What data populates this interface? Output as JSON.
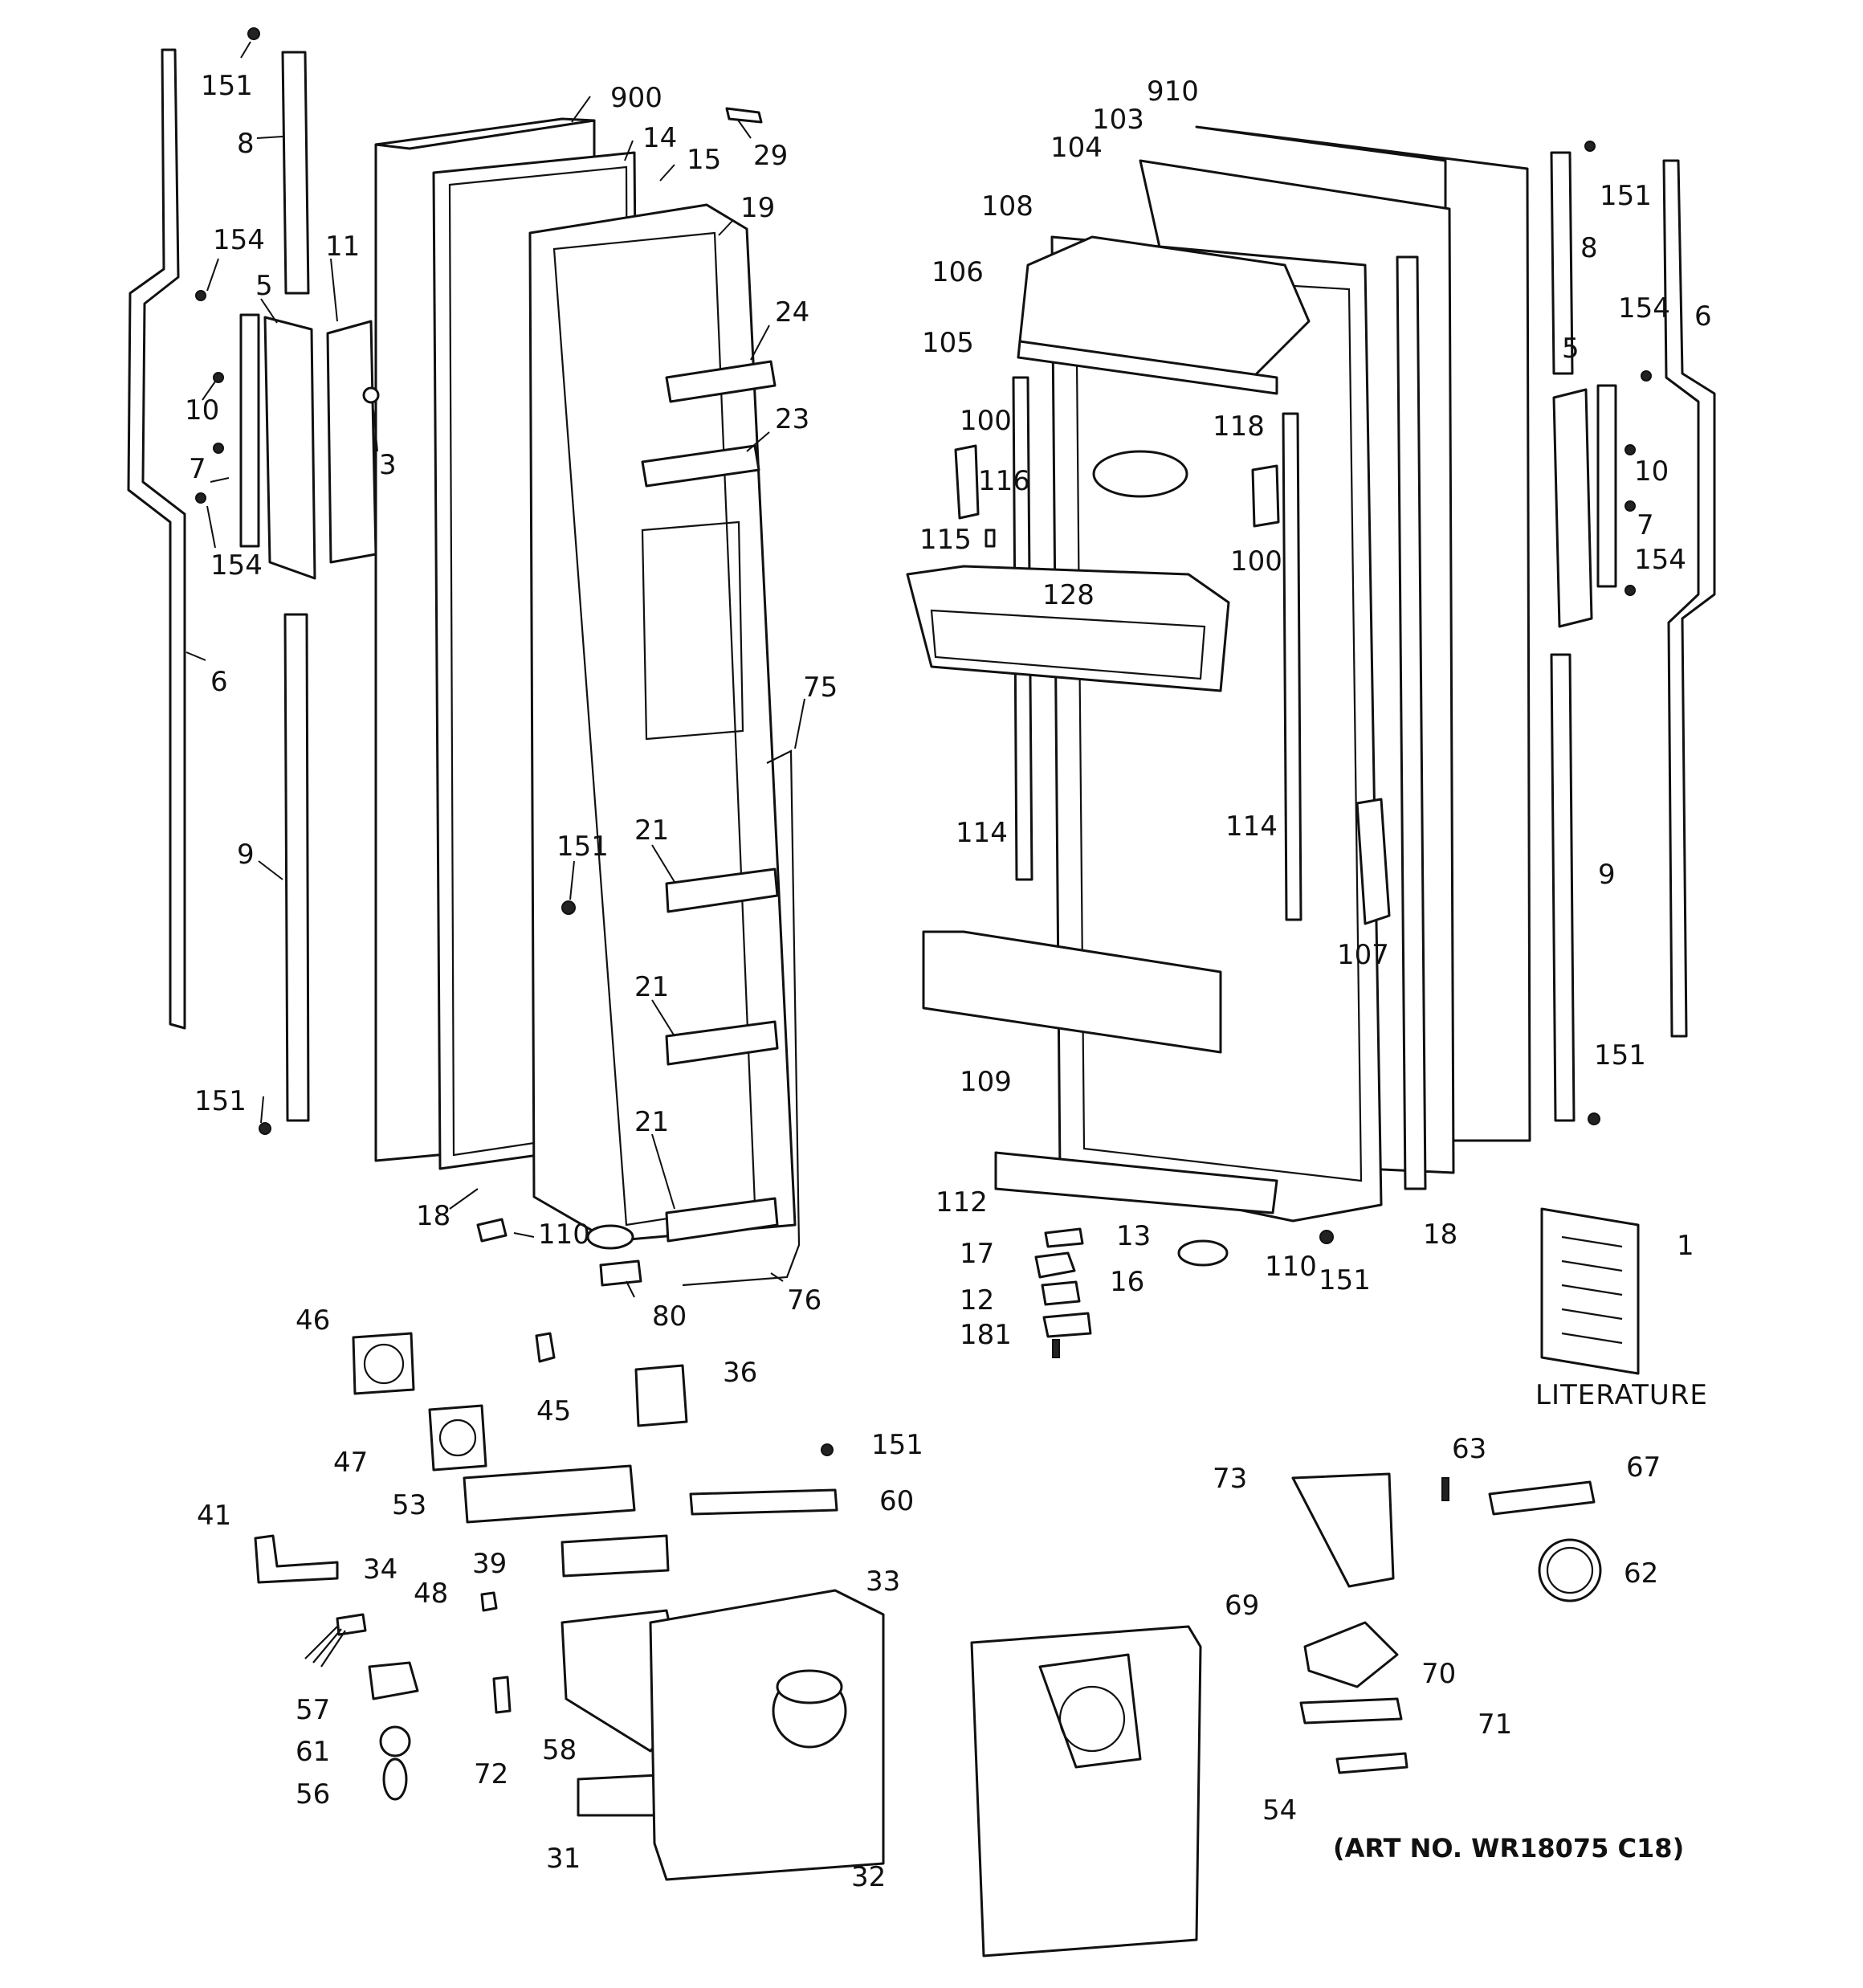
{
  "diagram": {
    "part_labels": [
      "151",
      "8",
      "900",
      "14",
      "15",
      "29",
      "154",
      "5",
      "11",
      "10",
      "3",
      "7",
      "154",
      "6",
      "19",
      "24",
      "23",
      "9",
      "151",
      "75",
      "21",
      "151",
      "21",
      "21",
      "18",
      "110",
      "80",
      "76",
      "910",
      "103",
      "104",
      "108",
      "106",
      "105",
      "100",
      "116",
      "115",
      "118",
      "100",
      "128",
      "114",
      "114",
      "107",
      "109",
      "112",
      "17",
      "13",
      "16",
      "12",
      "181",
      "110",
      "151",
      "18",
      "151",
      "8",
      "6",
      "154",
      "5",
      "10",
      "7",
      "154",
      "9",
      "151",
      "1",
      "46",
      "45",
      "36",
      "47",
      "151",
      "53",
      "60",
      "41",
      "39",
      "34",
      "33",
      "48",
      "57",
      "58",
      "61",
      "72",
      "56",
      "31",
      "32",
      "73",
      "63",
      "67",
      "62",
      "69",
      "70",
      "71",
      "54"
    ],
    "literature_label": "LITERATURE",
    "art_number": "(ART NO. WR18075 C18)"
  }
}
